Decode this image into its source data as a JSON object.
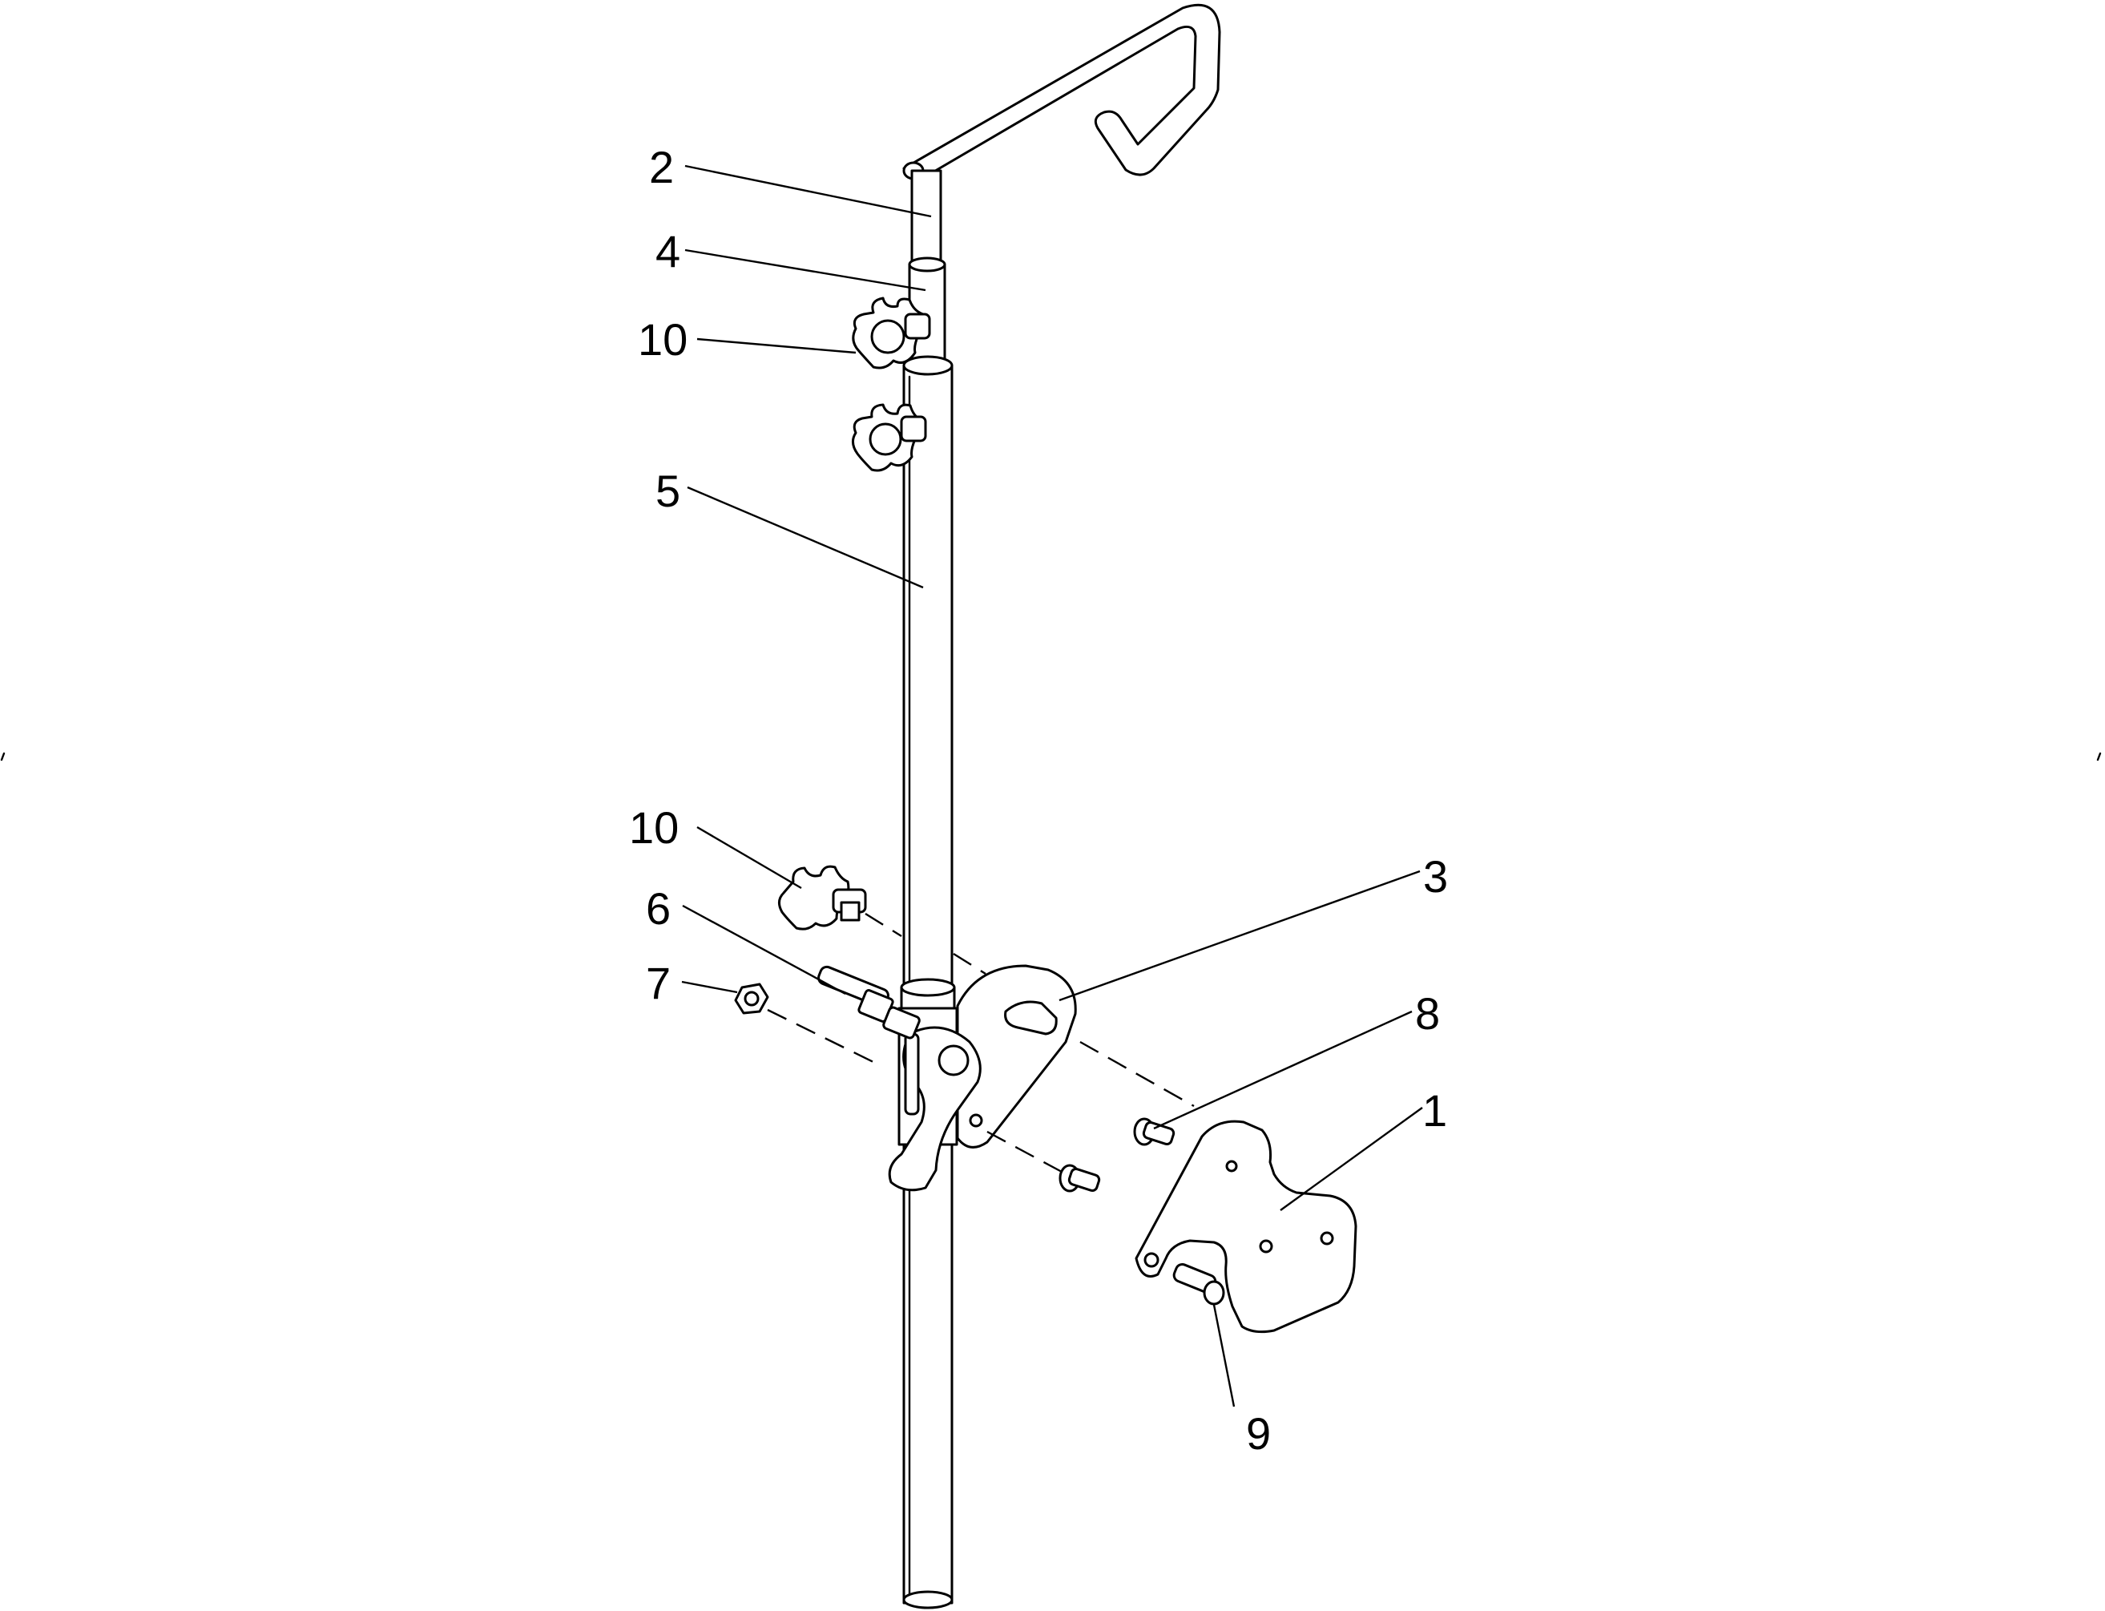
{
  "callouts": {
    "c1": "1",
    "c2": "2",
    "c3": "3",
    "c4": "4",
    "c5": "5",
    "c6": "6",
    "c7": "7",
    "c8": "8",
    "c9": "9",
    "c10_top": "10",
    "c10_bottom": "10"
  },
  "colors": {
    "ink": "#000000",
    "paper": "#ffffff"
  }
}
